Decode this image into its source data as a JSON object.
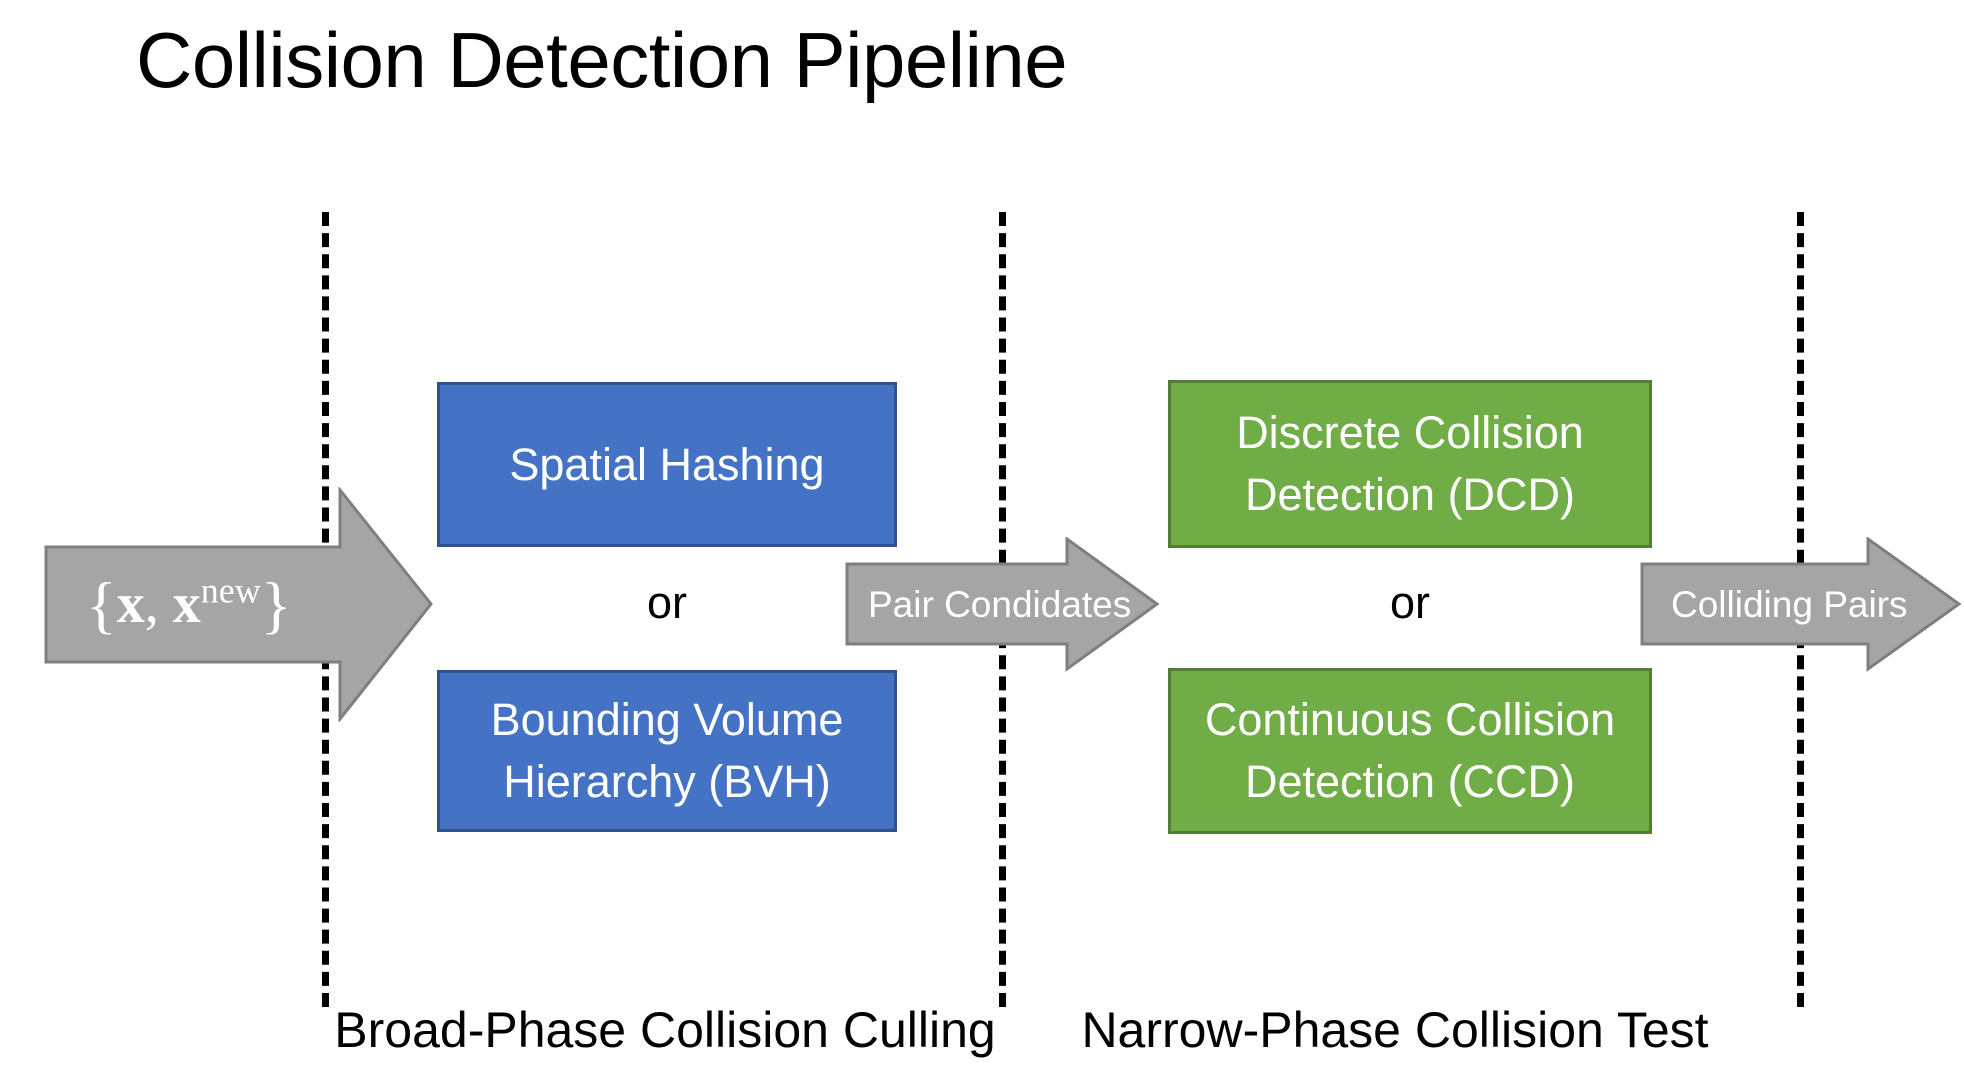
{
  "title": "Collision Detection Pipeline",
  "colors": {
    "blue_fill": "#4472C4",
    "blue_border": "#2F528F",
    "green_fill": "#70AD47",
    "green_border": "#507E32",
    "arrow_fill": "#A5A5A5",
    "arrow_border": "#7F7F7F",
    "divider": "#000000",
    "text_on_shape": "#FFFFFF",
    "text_plain": "#000000"
  },
  "arrows": {
    "input": {
      "label_plain": "{x, x^new}",
      "brace_open": "{",
      "vec_x": "x",
      "comma": ", ",
      "vec_x2": "x",
      "superscript": "new",
      "brace_close": "}"
    },
    "middle": {
      "label": "Pair Condidates"
    },
    "output": {
      "label": "Colliding Pairs"
    }
  },
  "broad_phase": {
    "caption": "Broad-Phase Collision Culling",
    "or_label": "or",
    "boxes": [
      {
        "label": "Spatial Hashing",
        "color": "blue"
      },
      {
        "label": "Bounding Volume Hierarchy (BVH)",
        "color": "blue"
      }
    ]
  },
  "narrow_phase": {
    "caption": "Narrow-Phase Collision Test",
    "or_label": "or",
    "boxes": [
      {
        "label": "Discrete Collision Detection (DCD)",
        "color": "green"
      },
      {
        "label": "Continuous Collision Detection (CCD)",
        "color": "green"
      }
    ]
  }
}
